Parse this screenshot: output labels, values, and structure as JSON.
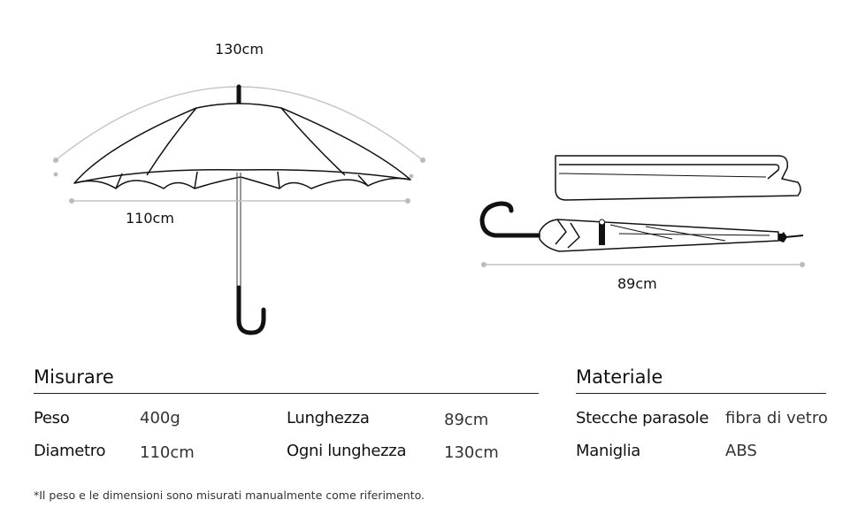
{
  "dimensions": {
    "arc_label": "130cm",
    "open_width_label": "110cm",
    "closed_length_label": "89cm"
  },
  "measure": {
    "title": "Misurare",
    "rows": [
      {
        "label": "Peso",
        "value": "400g"
      },
      {
        "label": "Diametro",
        "value": "110cm"
      },
      {
        "label": "Lunghezza",
        "value": "89cm"
      },
      {
        "label": "Ogni lunghezza",
        "value": "130cm"
      }
    ]
  },
  "material": {
    "title": "Materiale",
    "rows": [
      {
        "label": "Stecche parasole",
        "value": "fibra di vetro"
      },
      {
        "label": "Maniglia",
        "value": "ABS"
      }
    ]
  },
  "footnote": "*Il peso e le dimensioni sono misurati manualmente come riferimento.",
  "colors": {
    "line": "#111111",
    "dimension_line": "#bbbbbb",
    "handle": "#111111"
  }
}
